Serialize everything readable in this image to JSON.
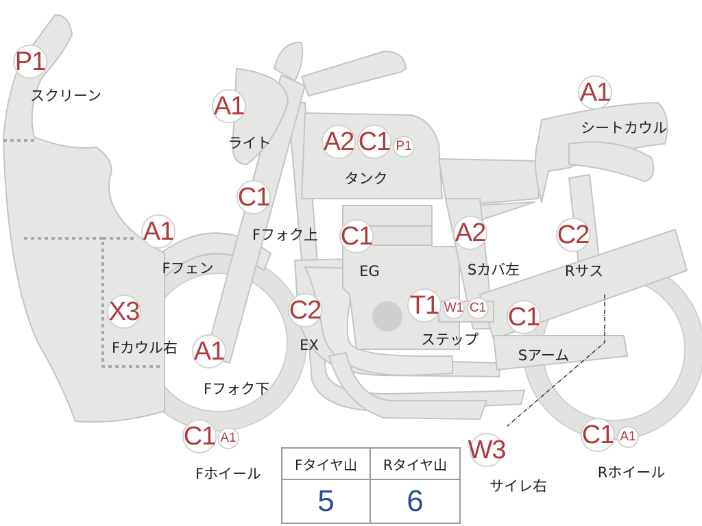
{
  "parts": [
    {
      "id": "screen",
      "codes": [
        "P1"
      ],
      "label": "スクリーン"
    },
    {
      "id": "light",
      "codes": [
        "A1"
      ],
      "label": "ライト"
    },
    {
      "id": "tank",
      "codes": [
        "A2",
        "C1",
        "P1"
      ],
      "label": "タンク"
    },
    {
      "id": "seat-cowl",
      "codes": [
        "A1"
      ],
      "label": "シートカウル"
    },
    {
      "id": "ffork-upper",
      "codes": [
        "C1"
      ],
      "label": "Fフォク上"
    },
    {
      "id": "ffender",
      "codes": [
        "A1"
      ],
      "label": "Fフェン"
    },
    {
      "id": "engine",
      "codes": [
        "C1"
      ],
      "label": "EG"
    },
    {
      "id": "side-cover-left",
      "codes": [
        "A2"
      ],
      "label": "Sカバ左"
    },
    {
      "id": "rear-suspension",
      "codes": [
        "C2"
      ],
      "label": "Rサス"
    },
    {
      "id": "fcowl-right",
      "codes": [
        "X3"
      ],
      "label": "Fカウル右"
    },
    {
      "id": "exhaust",
      "codes": [
        "C2"
      ],
      "label": "EX"
    },
    {
      "id": "step",
      "codes": [
        "T1",
        "W1",
        "C1"
      ],
      "label": "ステップ"
    },
    {
      "id": "swing-arm",
      "codes": [
        "C1"
      ],
      "label": "Sアーム"
    },
    {
      "id": "ffork-lower",
      "codes": [
        "A1"
      ],
      "label": "Fフォク下"
    },
    {
      "id": "fwheel",
      "codes": [
        "C1",
        "A1"
      ],
      "label": "Fホイール"
    },
    {
      "id": "silencer-right",
      "codes": [
        "W3"
      ],
      "label": "サイレ右"
    },
    {
      "id": "rwheel",
      "codes": [
        "C1",
        "A1"
      ],
      "label": "Rホイール"
    }
  ],
  "tire_table": {
    "front_header": "Fタイヤ山",
    "rear_header": "Rタイヤ山",
    "front_value": "5",
    "rear_value": "6"
  },
  "colors": {
    "code_red": "#b03a3a",
    "value_blue": "#2a4a9a",
    "body_fill": "#e6e6e4",
    "outline": "#c8c8c6"
  }
}
